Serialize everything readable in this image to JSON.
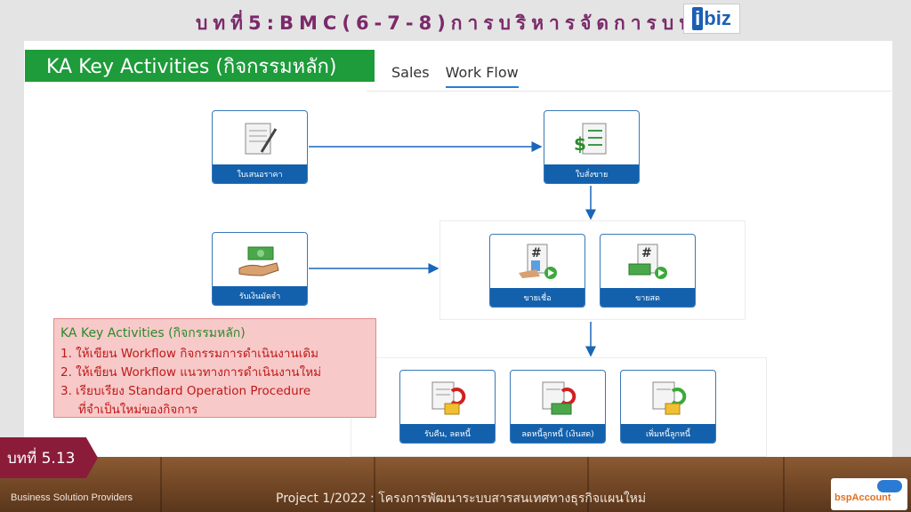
{
  "slide_title": "บทที่5:BMC(6-7-8)การบริหารจัดการบน",
  "logo": {
    "prefix": "i",
    "rest": "biz"
  },
  "banner": "KA Key Activities (กิจกรรมหลัก)",
  "tabs": [
    {
      "label": "Sales",
      "active": false
    },
    {
      "label": "Work Flow",
      "active": true
    }
  ],
  "workflow": {
    "quotation": {
      "label": "ใบเสนอราคา",
      "icon": "quotation-document-icon"
    },
    "sales_order": {
      "label": "ใบสั่งขาย",
      "icon": "sales-order-dollar-icon"
    },
    "deposit": {
      "label": "รับเงินมัดจำ",
      "icon": "money-hand-icon"
    },
    "credit_sale": {
      "label": "ขายเชื่อ",
      "icon": "credit-sale-icon"
    },
    "cash_sale": {
      "label": "ขายสด",
      "icon": "cash-sale-icon"
    },
    "return": {
      "label": "รับคืน, ลดหนี้",
      "icon": "return-icon"
    },
    "reduce_debt": {
      "label": "ลดหนี้ลูกหนี้ (เงินสด)",
      "icon": "reduce-debt-icon"
    },
    "increase_debt": {
      "label": "เพิ่มหนี้ลูกหนี้",
      "icon": "increase-debt-icon"
    }
  },
  "note": {
    "heading": "KA Key Activities (กิจกรรมหลัก)",
    "items": [
      "1. ให้เขียน Workflow กิจกรรมการดำเนินงานเดิม",
      "2. ให้เขียน Workflow แนวทางการดำเนินงานใหม่",
      "3. เรียบเรียง Standard Operation Procedure",
      "ที่จำเป็นใหม่ของกิจการ"
    ]
  },
  "chapter": "บทที่ 5.13",
  "footer": {
    "left": "Business Solution Providers",
    "center": "Project 1/2022 : โครงการพัฒนาระบบสารสนเทศทางธุรกิจแผนใหม่",
    "brand": "bspAccount"
  },
  "colors": {
    "title": "#7a2a6a",
    "banner": "#1e9b3a",
    "card_label": "#1361ad",
    "chapter": "#8a1c3a",
    "note_text": "#c01818"
  }
}
